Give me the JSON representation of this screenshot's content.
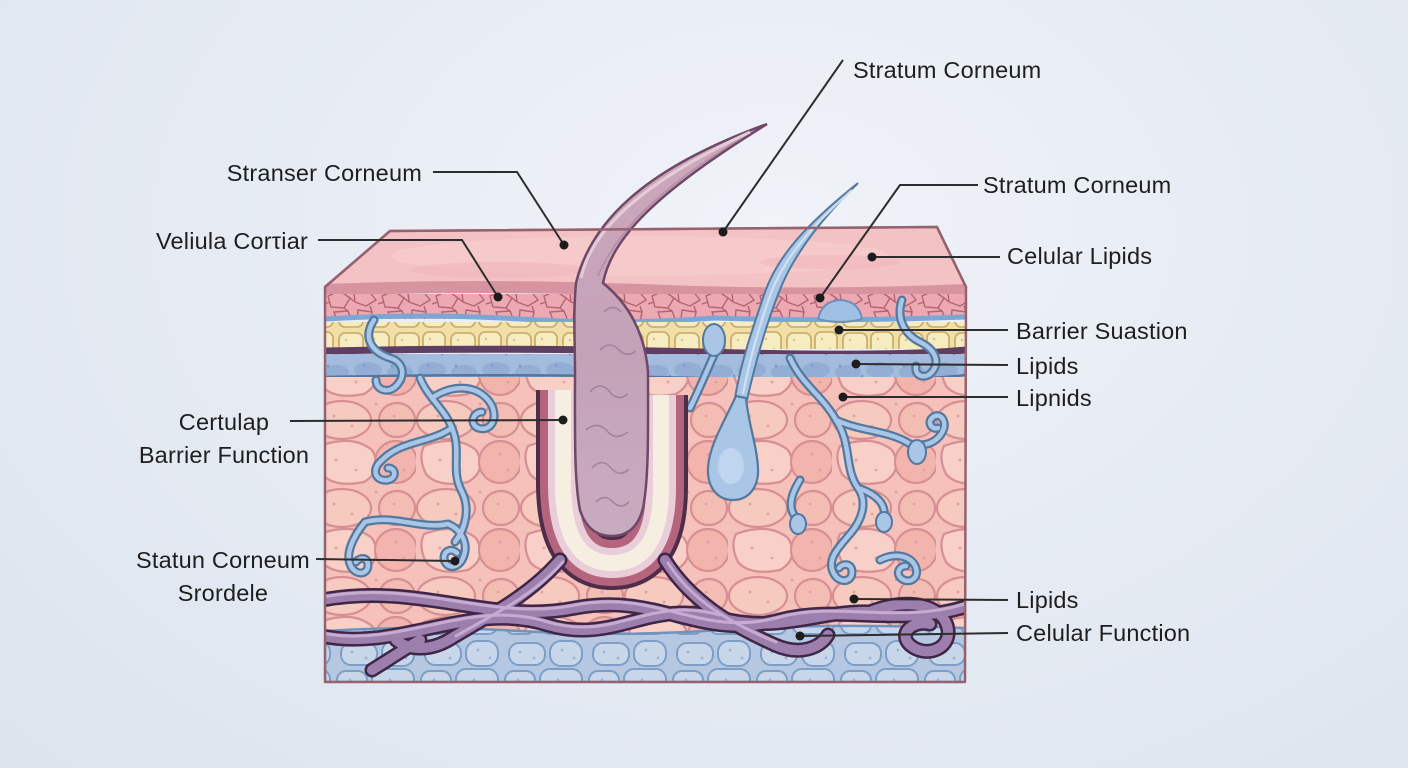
{
  "diagram_title": "skin-cross-section",
  "palette": {
    "background": "#e7ecf4",
    "epidermis_top": "#f3c2c4",
    "rose_strip": "#d893a0",
    "texture_band": "#eda9b1",
    "yellow_band": "#f1dfa6",
    "purple_line": "#5e3f63",
    "blue_band": "#a3bbdc",
    "dermis": "#f5c1ba",
    "hypodermis": "#b6c8e1",
    "vessel_blue": "#a9c6e6",
    "vessel_blue_outline": "#54799f",
    "vessel_purple": "#9d7fae",
    "vessel_purple_outline": "#3f2647",
    "follicle_ring": "#b5647e",
    "hair_shaft": "#c8a6ba",
    "leader_line": "#2d2d2d",
    "text": "#1e1e1e"
  },
  "labels": [
    {
      "id": "stratum-corneum-top",
      "lines": [
        "Stratum Corneum"
      ]
    },
    {
      "id": "stranser-corneum",
      "lines": [
        "Stranser Corneum"
      ]
    },
    {
      "id": "veliula-cortiar",
      "lines": [
        "Veliula Corτiar"
      ]
    },
    {
      "id": "stratum-corneum-right",
      "lines": [
        "Stratum Corneum"
      ]
    },
    {
      "id": "celular-lipids",
      "lines": [
        "Celular Lipids"
      ]
    },
    {
      "id": "barrier-suastion",
      "lines": [
        "Barrier Suastion"
      ]
    },
    {
      "id": "lipids-upper",
      "lines": [
        "Lipids"
      ]
    },
    {
      "id": "lipnids",
      "lines": [
        "Lipnids"
      ]
    },
    {
      "id": "certulap-barrier-function",
      "lines": [
        "Certulap",
        "Barrier Function"
      ]
    },
    {
      "id": "statun-corneum-srordele",
      "lines": [
        "Statun Corneum",
        "Srordele"
      ]
    },
    {
      "id": "lipids-lower",
      "lines": [
        "Lipids"
      ]
    },
    {
      "id": "celular-function",
      "lines": [
        "Celular Function"
      ]
    }
  ]
}
